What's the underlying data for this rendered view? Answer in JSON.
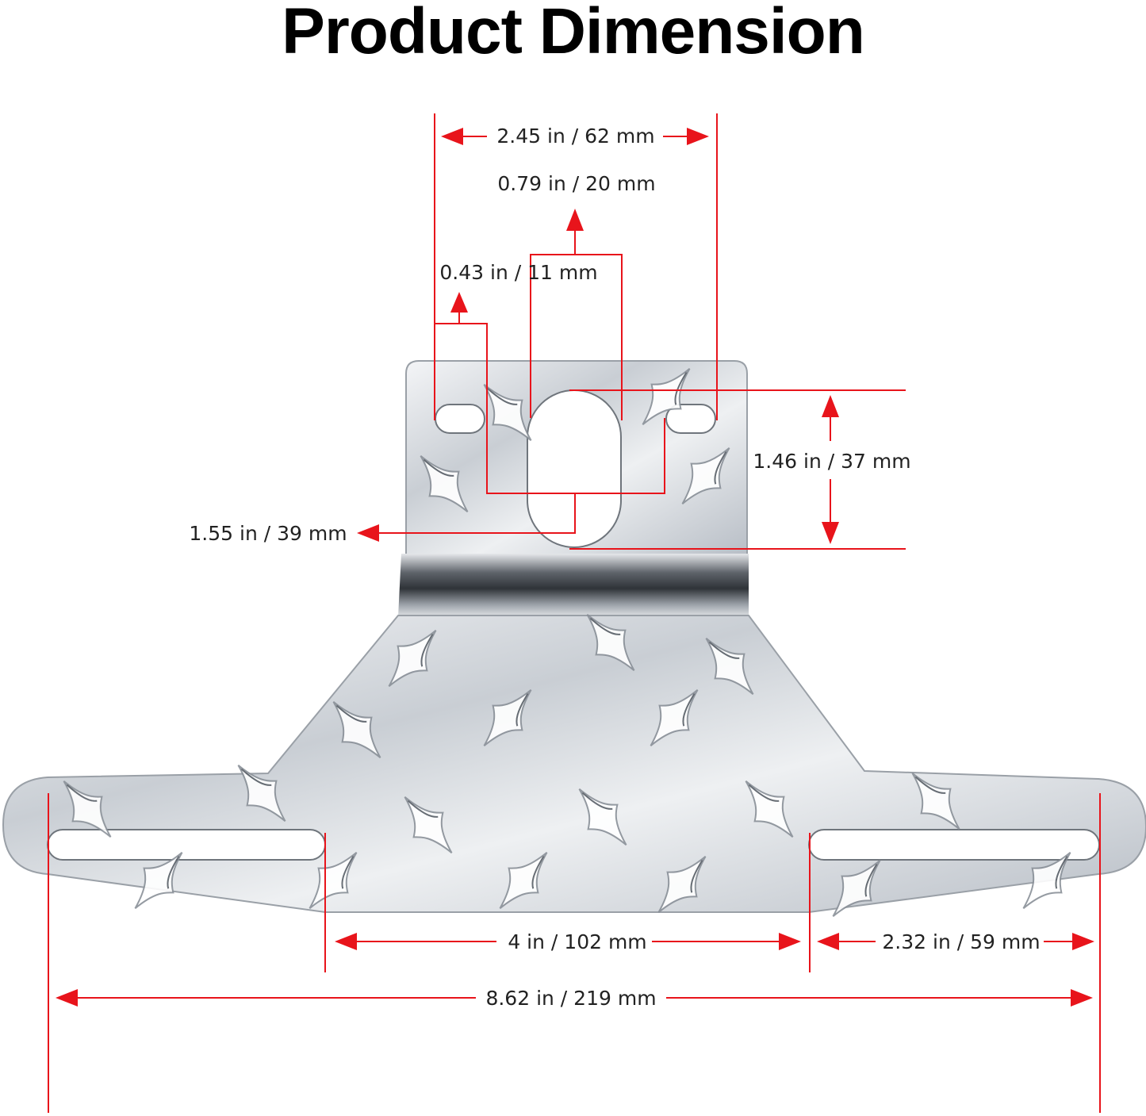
{
  "title": "Product Dimension",
  "colors": {
    "dimension": "#e8141b",
    "metal": "#d7dbe0",
    "text": "#222222"
  },
  "dimensions": {
    "top_width": "2.45 in / 62 mm",
    "slot_width": "0.79 in / 20 mm",
    "small_hole": "0.43 in / 11 mm",
    "hole_spacing": "1.55 in / 39 mm",
    "slot_height": "1.46 in / 37 mm",
    "center_gap": "4 in / 102 mm",
    "side_slot": "2.32 in / 59 mm",
    "total_width": "8.62 in / 219 mm"
  }
}
